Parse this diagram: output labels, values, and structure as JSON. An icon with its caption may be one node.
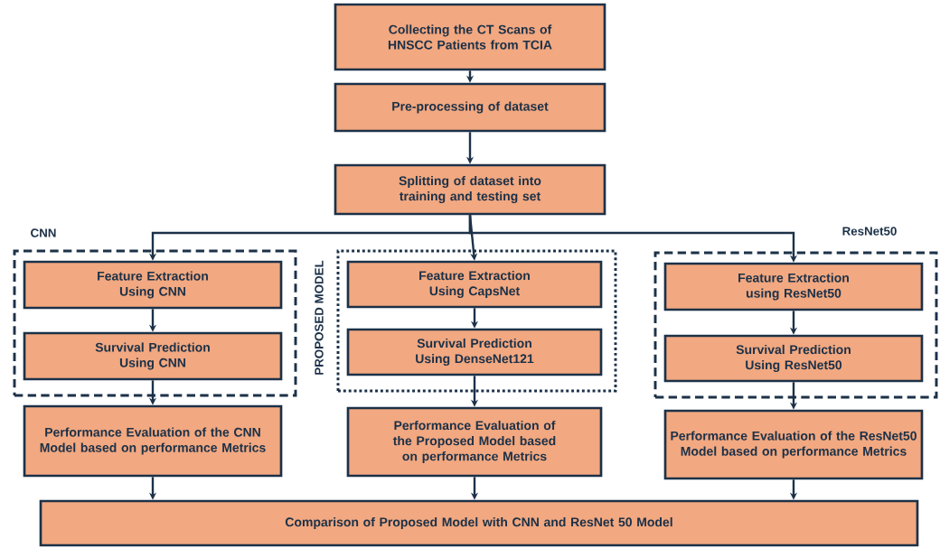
{
  "diagram": {
    "nodes": [
      {
        "text": [
          "Collecting the CT Scans of HNSCC Patients from TCIA"
        ]
      },
      {
        "text": [
          "Pre-processing of dataset"
        ]
      },
      {
        "text": [
          "Splitting of dataset into training and testing set"
        ]
      },
      {
        "text": [
          "CNN"
        ]
      },
      {
        "text": [
          "Feature Extraction Using CNN"
        ],
        "in": 3
      },
      {
        "text": [
          "Survival Prediction Using CNN"
        ],
        "in": 3
      },
      {
        "text": [
          "PROPOSED MODEL"
        ]
      },
      {
        "text": [
          "Feature Extraction Using CapsNet"
        ],
        "in": 6
      },
      {
        "text": [
          "Survival Prediction Using DenseNet121"
        ],
        "in": 6
      },
      {
        "text": [
          "ResNet50"
        ]
      },
      {
        "text": [
          "Feature Extraction using ResNet50"
        ],
        "in": 9
      },
      {
        "text": [
          "Survival Prediction Using ResNet50"
        ],
        "in": 9
      },
      {
        "text": [
          "Performance Evaluation of the CNN Model based on performance Metrics"
        ]
      },
      {
        "text": [
          "Performance Evaluation of the Proposed Model based on performance Metrics"
        ]
      },
      {
        "text": [
          "Performance Evaluation of the ResNet50 Model based on performance Metrics"
        ]
      },
      {
        "text": [
          "Comparison of Proposed Model with CNN and ResNet 50 Model"
        ]
      }
    ],
    "edges": [
      {
        "from": 0,
        "to": 1,
        "arrow": "to"
      },
      {
        "from": 1,
        "to": 2,
        "arrow": "to"
      },
      {
        "from": 2,
        "to": 4,
        "arrow": "to"
      },
      {
        "from": 2,
        "to": 7,
        "arrow": "to"
      },
      {
        "from": 2,
        "to": 10,
        "arrow": "to"
      },
      {
        "from": 4,
        "to": 5,
        "arrow": "to"
      },
      {
        "from": 7,
        "to": 8,
        "arrow": "to"
      },
      {
        "from": 10,
        "to": 11,
        "arrow": "to"
      },
      {
        "from": 5,
        "to": 12,
        "arrow": "to"
      },
      {
        "from": 8,
        "to": 13,
        "arrow": "to"
      },
      {
        "from": 11,
        "to": 14,
        "arrow": "to"
      },
      {
        "from": 12,
        "to": 15,
        "arrow": "to"
      },
      {
        "from": 13,
        "to": 15,
        "arrow": "to"
      },
      {
        "from": 14,
        "to": 15,
        "arrow": "to"
      }
    ]
  }
}
